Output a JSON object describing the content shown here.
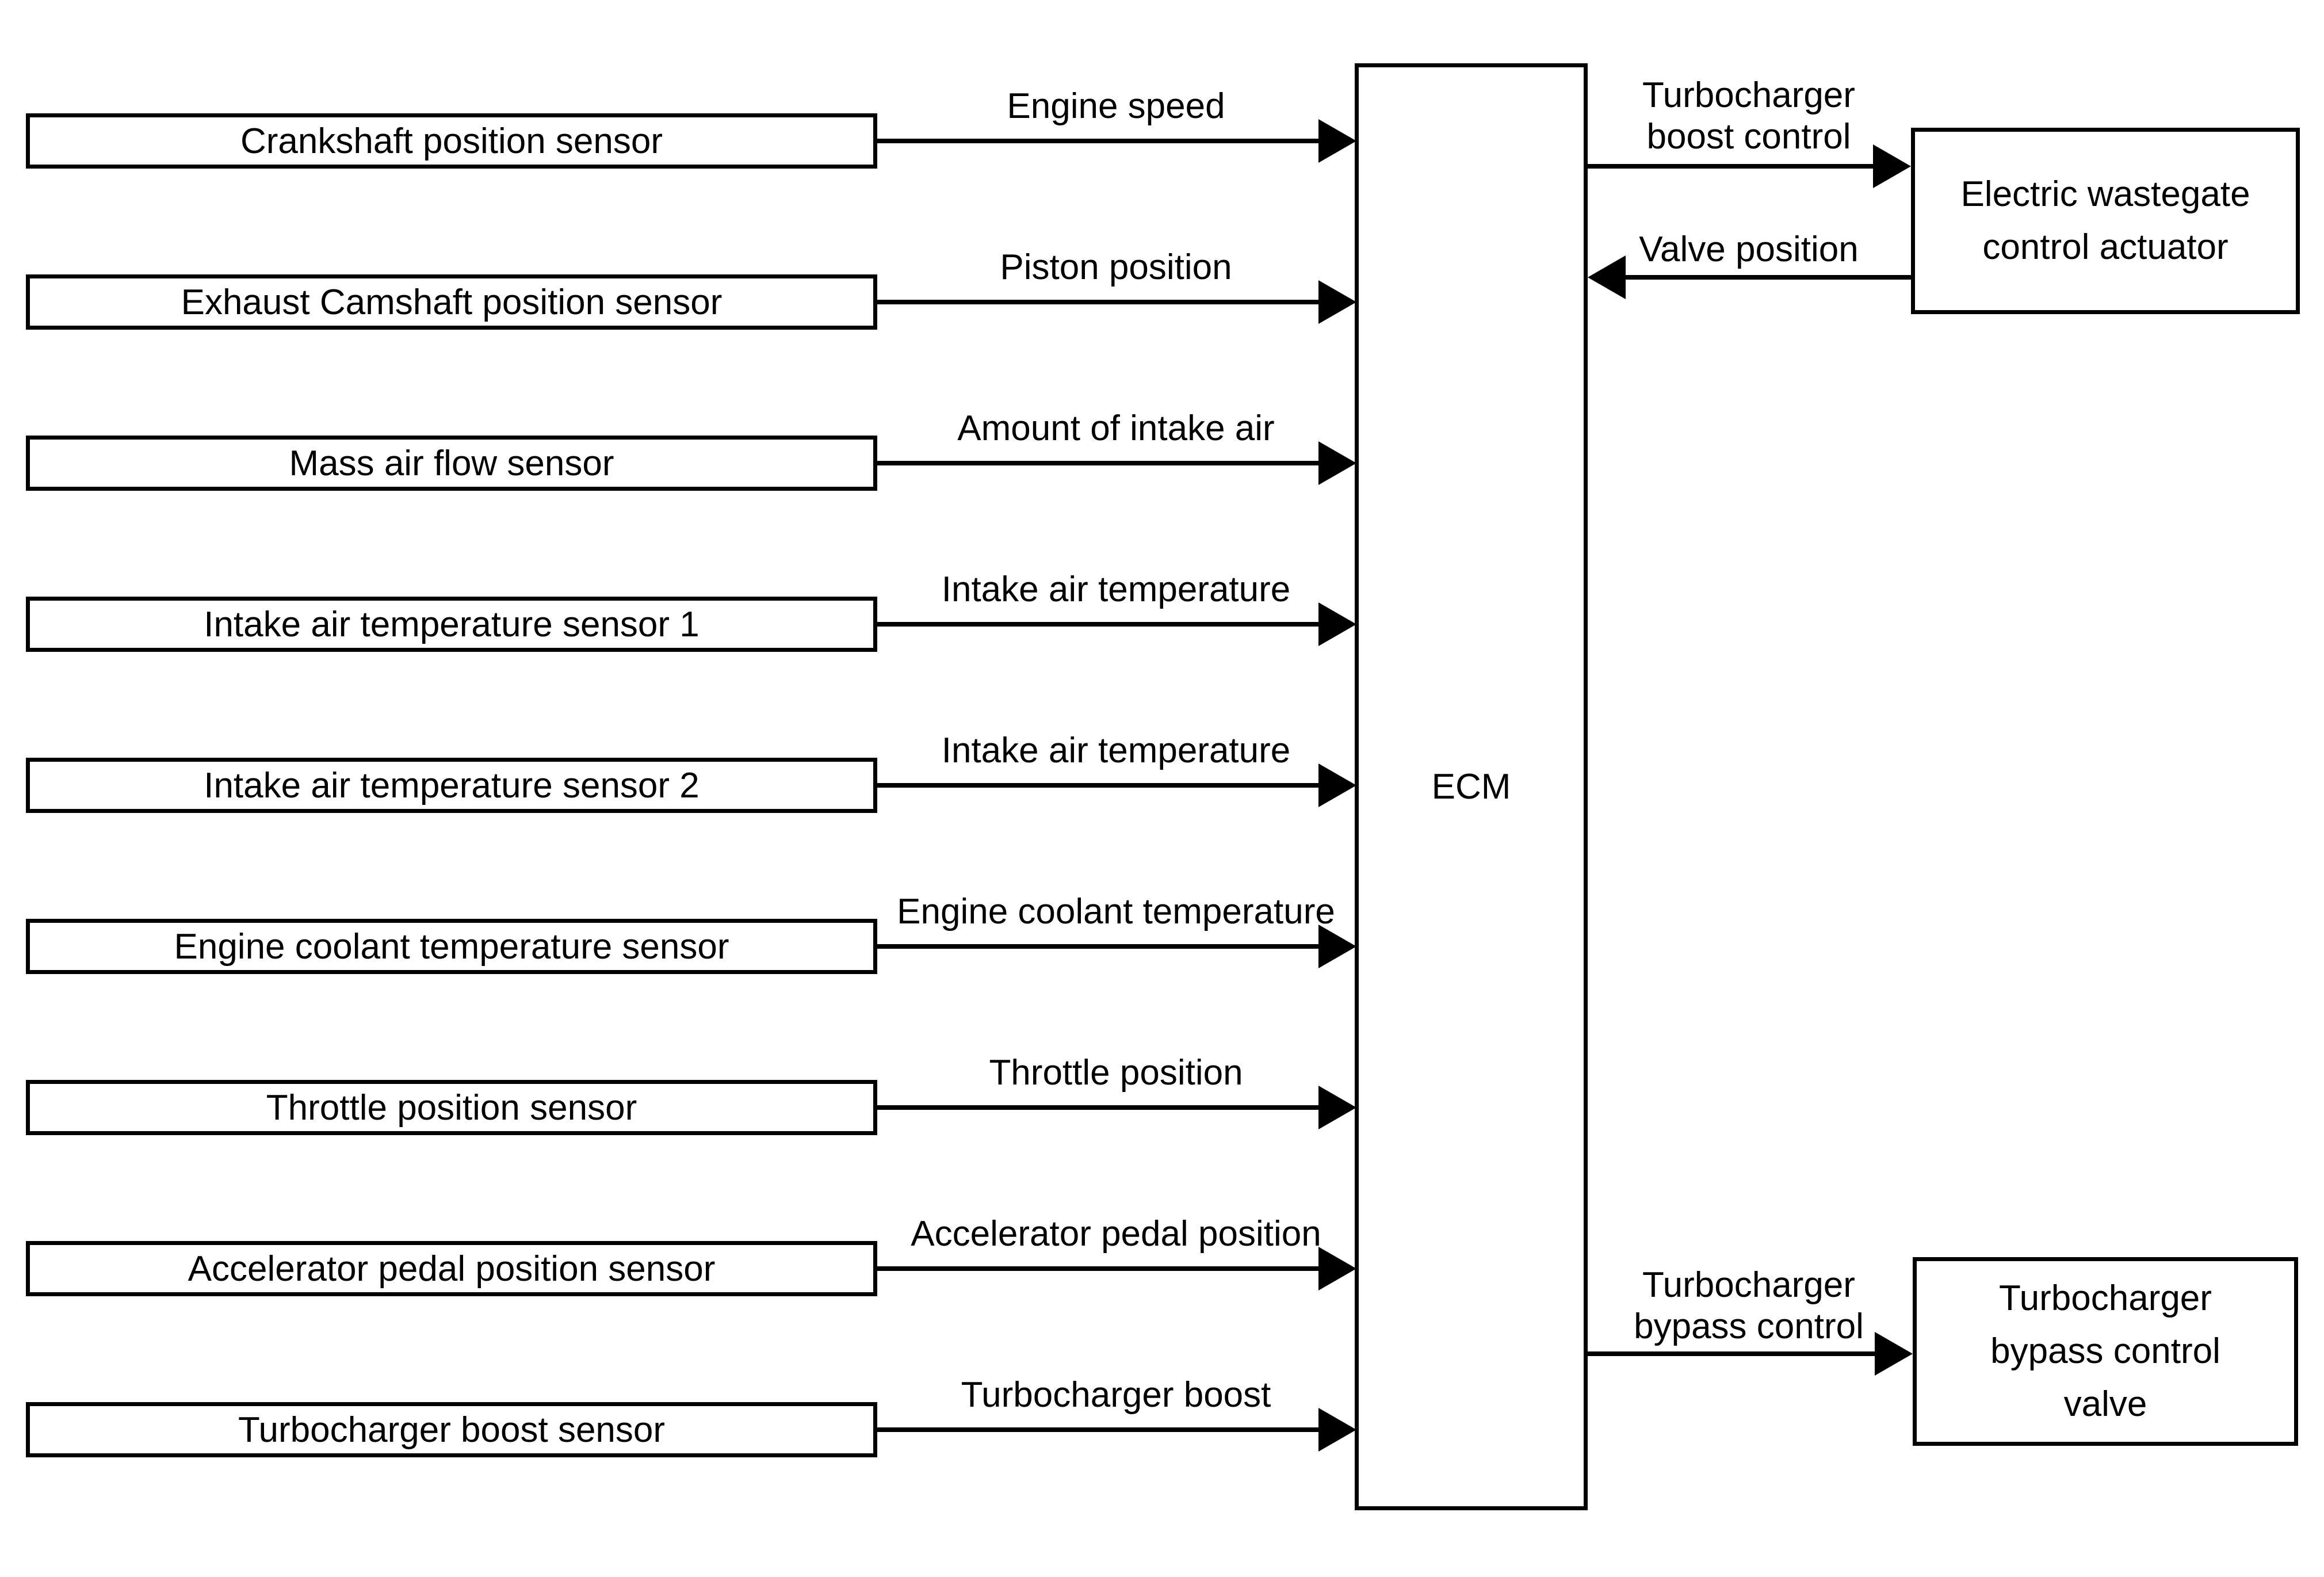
{
  "diagram": {
    "ecm": {
      "label": "ECM"
    },
    "sensors": [
      {
        "name": "Crankshaft position sensor",
        "signal": "Engine speed"
      },
      {
        "name": "Exhaust Camshaft position sensor",
        "signal": "Piston position"
      },
      {
        "name": "Mass air flow sensor",
        "signal": "Amount of intake air"
      },
      {
        "name": "Intake air temperature sensor 1",
        "signal": "Intake air temperature"
      },
      {
        "name": "Intake air temperature sensor 2",
        "signal": "Intake air temperature"
      },
      {
        "name": "Engine coolant temperature sensor",
        "signal": "Engine coolant temperature"
      },
      {
        "name": "Throttle position sensor",
        "signal": "Throttle position"
      },
      {
        "name": "Accelerator pedal position sensor",
        "signal": "Accelerator pedal position"
      },
      {
        "name": "Turbocharger boost sensor",
        "signal": "Turbocharger boost"
      }
    ],
    "wastegate": {
      "box_line1": "Electric wastegate",
      "box_line2": "control actuator",
      "out_signal_line1": "Turbocharger",
      "out_signal_line2": "boost control",
      "in_signal": "Valve position"
    },
    "bypass": {
      "box_line1": "Turbocharger",
      "box_line2": "bypass control",
      "box_line3": "valve",
      "out_signal_line1": "Turbocharger",
      "out_signal_line2": "bypass control"
    },
    "colors": {
      "background": "#ffffff",
      "line": "#000000",
      "text": "#000000"
    }
  }
}
